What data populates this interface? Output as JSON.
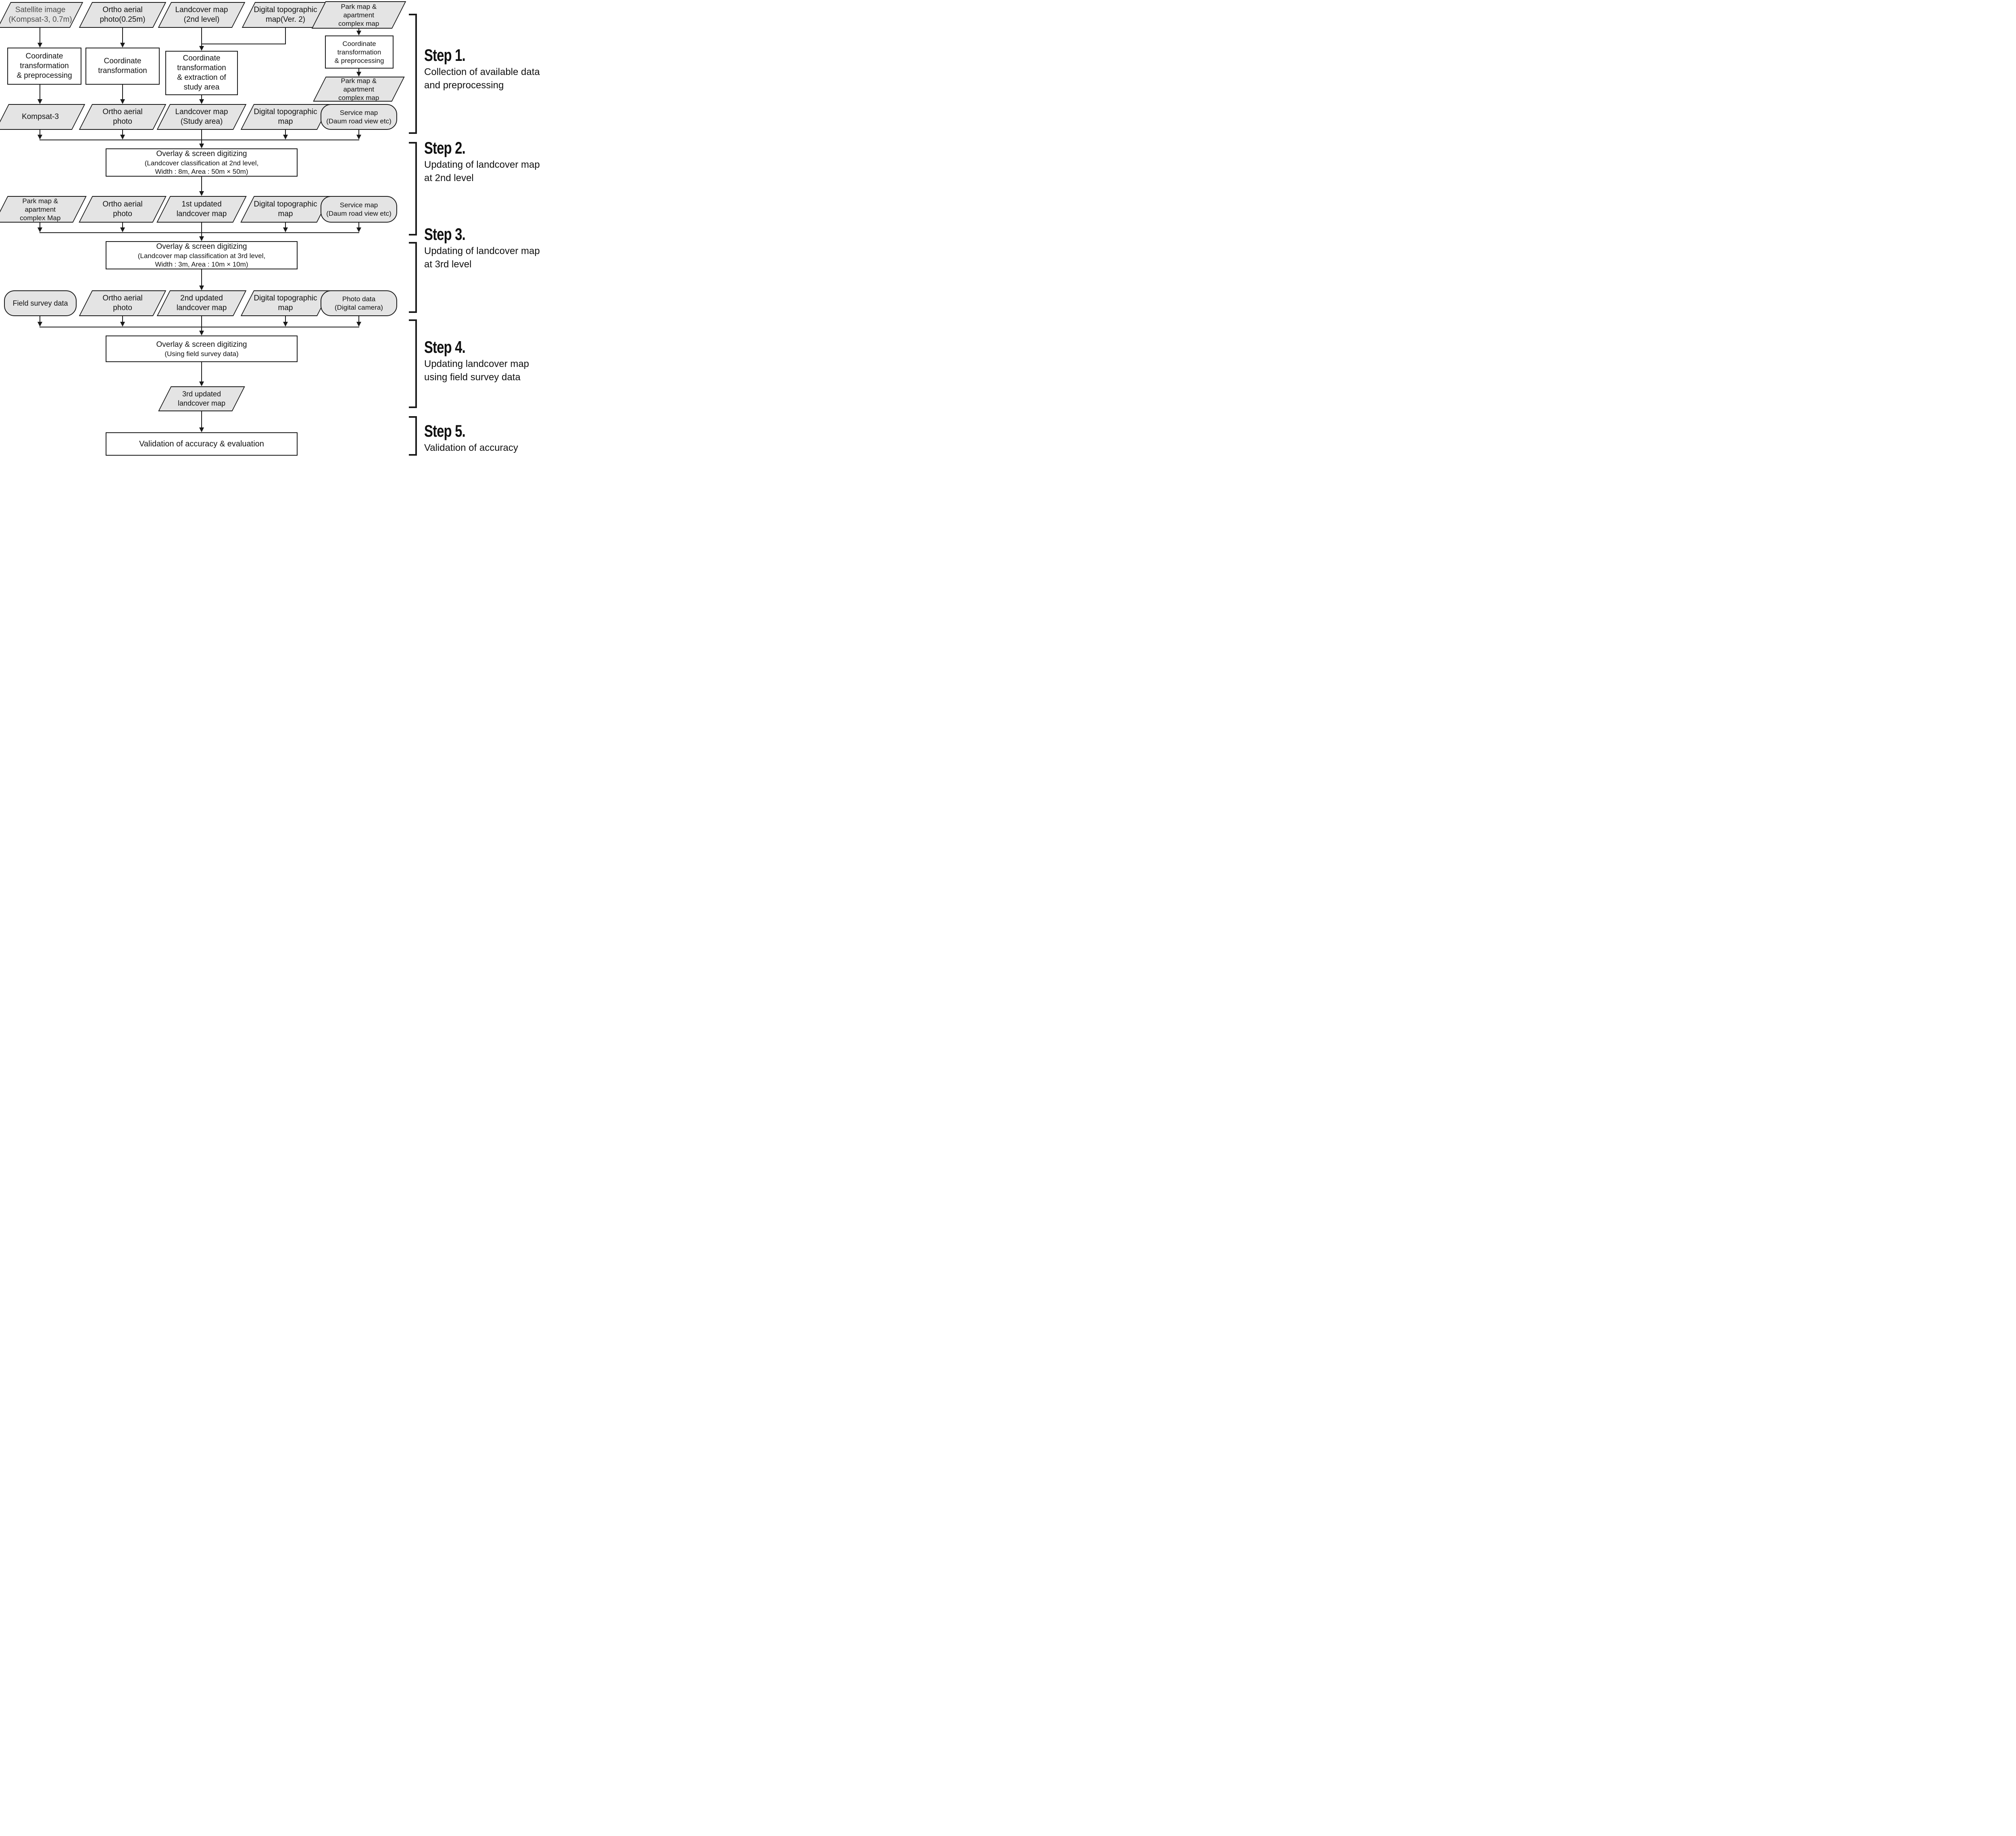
{
  "colors": {
    "shape_fill": "#e4e4e4",
    "line": "#1a1a1a",
    "text": "#111111",
    "muted_text": "#4d4d4d",
    "background": "#ffffff"
  },
  "flow": {
    "row1": [
      {
        "shape": "parallelogram",
        "lines": [
          "Satellite image",
          "(Kompsat-3, 0.7m)"
        ]
      },
      {
        "shape": "parallelogram",
        "lines": [
          "Ortho aerial",
          "photo(0.25m)"
        ]
      },
      {
        "shape": "parallelogram",
        "lines": [
          "Landcover map",
          "(2nd level)"
        ]
      },
      {
        "shape": "parallelogram",
        "lines": [
          "Digital topographic",
          "map(Ver. 2)"
        ]
      },
      {
        "shape": "parallelogram",
        "lines": [
          "Park map &",
          "apartment",
          "complex map"
        ]
      }
    ],
    "coord_boxes": [
      {
        "lines": [
          "Coordinate",
          "transformation",
          "& preprocessing"
        ]
      },
      {
        "lines": [
          "Coordinate",
          "transformation"
        ]
      },
      {
        "lines": [
          "Coordinate",
          "transformation",
          "& extraction of",
          "study area"
        ]
      },
      {
        "lines": [
          "Coordinate",
          "transformation",
          "& preprocessing"
        ]
      }
    ],
    "park_output": {
      "shape": "parallelogram",
      "lines": [
        "Park map &",
        "apartment",
        "complex map"
      ]
    },
    "row2": [
      {
        "shape": "parallelogram",
        "lines": [
          "Kompsat-3"
        ]
      },
      {
        "shape": "parallelogram",
        "lines": [
          "Ortho aerial",
          "photo"
        ]
      },
      {
        "shape": "parallelogram",
        "lines": [
          "Landcover map",
          "(Study area)"
        ]
      },
      {
        "shape": "parallelogram",
        "lines": [
          "Digital topographic",
          "map"
        ]
      },
      {
        "shape": "rounded",
        "lines": [
          "Service map",
          "(Daum road view etc)"
        ]
      }
    ],
    "overlay1": {
      "title": "Overlay & screen digitizing",
      "lines": [
        "(Landcover classification at 2nd level,",
        "Width : 8m, Area : 50m × 50m)"
      ]
    },
    "row3": [
      {
        "shape": "parallelogram",
        "lines": [
          "Park map &",
          "apartment",
          "complex Map"
        ]
      },
      {
        "shape": "parallelogram",
        "lines": [
          "Ortho aerial",
          "photo"
        ]
      },
      {
        "shape": "parallelogram",
        "lines": [
          "1st updated",
          "landcover map"
        ]
      },
      {
        "shape": "parallelogram",
        "lines": [
          "Digital topographic",
          "map"
        ]
      },
      {
        "shape": "rounded",
        "lines": [
          "Service map",
          "(Daum road view etc)"
        ]
      }
    ],
    "overlay2": {
      "title": "Overlay & screen digitizing",
      "lines": [
        "(Landcover map classification at 3rd level,",
        "Width : 3m, Area : 10m × 10m)"
      ]
    },
    "row4": [
      {
        "shape": "rounded",
        "lines": [
          "Field survey data"
        ]
      },
      {
        "shape": "parallelogram",
        "lines": [
          "Ortho aerial",
          "photo"
        ]
      },
      {
        "shape": "parallelogram",
        "lines": [
          "2nd updated",
          "landcover map"
        ]
      },
      {
        "shape": "parallelogram",
        "lines": [
          "Digital topographic",
          "map"
        ]
      },
      {
        "shape": "rounded",
        "lines": [
          "Photo data",
          "(Digital camera)"
        ]
      }
    ],
    "overlay3": {
      "title": "Overlay & screen digitizing",
      "lines": [
        "(Using field survey data)"
      ]
    },
    "third_map": {
      "shape": "parallelogram",
      "lines": [
        "3rd updated",
        "landcover map"
      ]
    },
    "validation": {
      "label": "Validation of accuracy & evaluation"
    }
  },
  "steps": [
    {
      "title": "Step 1.",
      "desc": [
        "Collection of available data",
        "and preprocessing"
      ]
    },
    {
      "title": "Step 2.",
      "desc": [
        "Updating of landcover map",
        "at 2nd level"
      ]
    },
    {
      "title": "Step 3.",
      "desc": [
        "Updating of landcover map",
        "at 3rd level"
      ]
    },
    {
      "title": "Step 4.",
      "desc": [
        "Updating landcover map",
        "using field survey data"
      ]
    },
    {
      "title": "Step 5.",
      "desc": [
        "Validation of accuracy"
      ]
    }
  ]
}
